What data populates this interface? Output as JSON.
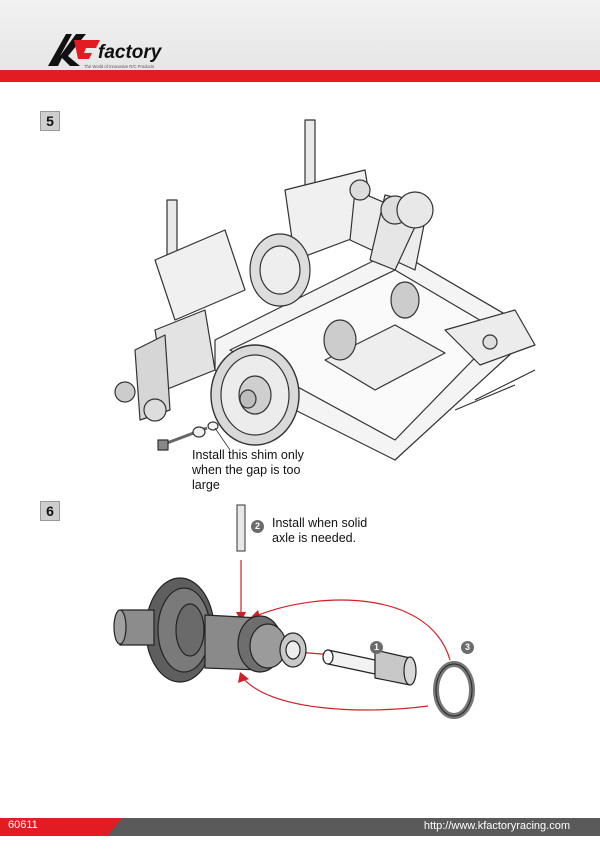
{
  "header": {
    "brand": "factory",
    "tagline": "The World of Innovative R/C Products"
  },
  "steps": [
    {
      "number": "5",
      "note": "Install this shim only\nwhen the gap is too\nlarge"
    },
    {
      "number": "6",
      "callouts": [
        "1",
        "2",
        "3"
      ],
      "note": "Install when solid\naxle is needed."
    }
  ],
  "footer": {
    "page": "60611",
    "url": "http://www.kfactoryracing.com"
  },
  "colors": {
    "accent": "#e31b23",
    "footer_gray": "#5a5a5a"
  }
}
